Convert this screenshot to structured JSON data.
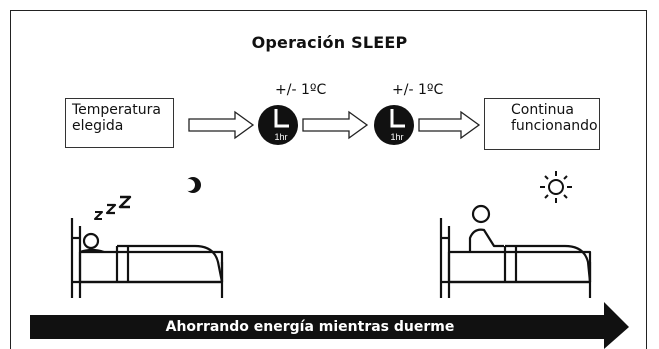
{
  "title": "Operación SLEEP",
  "start_box": {
    "line1": "Temperatura",
    "line2": "elegida"
  },
  "end_box": {
    "line1": "Continua",
    "line2": "funcionando"
  },
  "steps": [
    {
      "delta": "+/- 1ºC",
      "clock_label": "1hr"
    },
    {
      "delta": "+/- 1ºC",
      "clock_label": "1hr"
    }
  ],
  "banner": "Ahorrando energía mientras duerme",
  "icons": [
    "moon-icon",
    "sun-icon",
    "sleeping-person-icon",
    "waking-person-icon",
    "clock-icon",
    "arrow-icon"
  ]
}
